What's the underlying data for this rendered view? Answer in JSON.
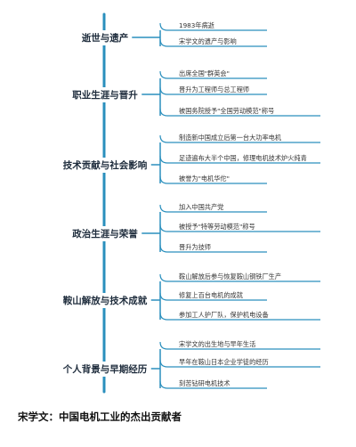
{
  "root": {
    "label": "宋学文：中国电机工业的杰出贡献者"
  },
  "colors": {
    "line": "#2a8fbd",
    "category_text": "#1f2d3d",
    "item_text": "#333333",
    "root_text": "#111111"
  },
  "categories": [
    {
      "label": "逝世与遗产",
      "items": [
        "1983年病逝",
        "宋学文的遗产与影响"
      ]
    },
    {
      "label": "职业生涯与晋升",
      "items": [
        "出席全国\"群英会\"",
        "晋升为工程师与总工程师",
        "被国务院授予\"全国劳动模范\"称号"
      ]
    },
    {
      "label": "技术贡献与社会影响",
      "items": [
        "制造新中国成立后第一台大功率电机",
        "足迹遍布大半个中国，修理电机技术炉火纯青",
        "被誉为\"电机华佗\""
      ]
    },
    {
      "label": "政治生涯与荣誉",
      "items": [
        "加入中国共产党",
        "被授予\"特等劳动模范\"称号",
        "晋升为技师"
      ]
    },
    {
      "label": "鞍山解放与技术成就",
      "items": [
        "鞍山解放后参与恢复鞍山钢铁厂生产",
        "修复上百台电机的成就",
        "参加工人护厂队，保护机电设备"
      ]
    },
    {
      "label": "个人背景与早期经历",
      "items": [
        "宋学文的出生地与早年生活",
        "早年在鞍山日本企业学徒的经历",
        "刻苦钻研电机技术"
      ]
    }
  ]
}
